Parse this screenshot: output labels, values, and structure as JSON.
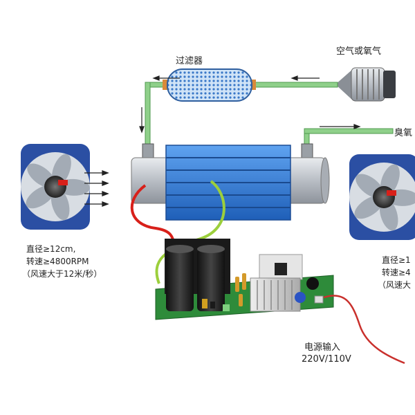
{
  "labels": {
    "filter": "过滤器",
    "air_or_oxygen": "空气或氧气",
    "ozone": "臭氧",
    "left_fan": {
      "diameter": "直径≥12cm,",
      "speed": "转速≥4800RPM",
      "wind": "（风速大于12米/秒）"
    },
    "right_fan": {
      "diameter": "直径≥1",
      "speed": "转速≥4",
      "wind": "（风速大"
    },
    "power_input": "电源输入",
    "voltage": "220V/110V"
  },
  "colors": {
    "tube_blue": "#2f7bd6",
    "tube_silver": "#c8ccd2",
    "pipe_green": "#8fd08a",
    "pcb_green": "#2e8b3a",
    "fan_blue": "#2b4fa3",
    "wire_red": "#d8201a",
    "wire_green": "#9ccf3c"
  }
}
